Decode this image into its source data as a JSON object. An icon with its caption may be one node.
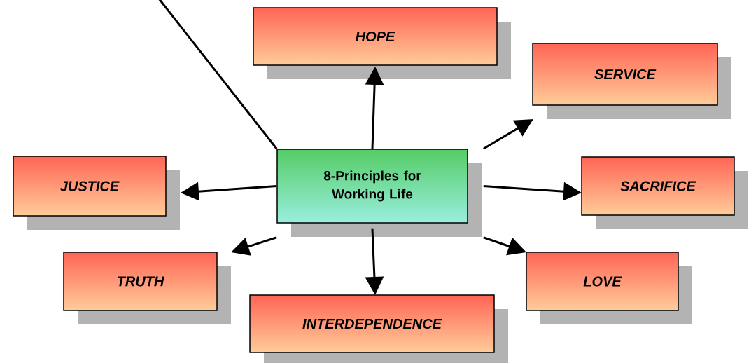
{
  "diagram": {
    "nodes": [
      {
        "text": [
          "HOPE"
        ]
      },
      {
        "text": [
          "SERVICE"
        ]
      },
      {
        "text": [
          "JUSTICE"
        ]
      },
      {
        "text": [
          "8-Principles for Working Life"
        ]
      },
      {
        "text": [
          "SACRIFICE"
        ]
      },
      {
        "text": [
          "TRUTH"
        ]
      },
      {
        "text": [
          "LOVE"
        ]
      },
      {
        "text": [
          "INTERDEPENDENCE"
        ]
      }
    ],
    "edges": [
      {
        "from": 3,
        "to": 0,
        "arrow": "to"
      },
      {
        "from": 3,
        "to": 1,
        "arrow": "to"
      },
      {
        "from": 3,
        "to": 2,
        "arrow": "to"
      },
      {
        "from": 3,
        "to": 4,
        "arrow": "to"
      },
      {
        "from": 3,
        "to": 5,
        "arrow": "to"
      },
      {
        "from": 3,
        "to": 6,
        "arrow": "to"
      },
      {
        "from": 3,
        "to": 7,
        "arrow": "to"
      },
      {
        "from": 3,
        "to": null,
        "arrow": "none"
      }
    ]
  }
}
